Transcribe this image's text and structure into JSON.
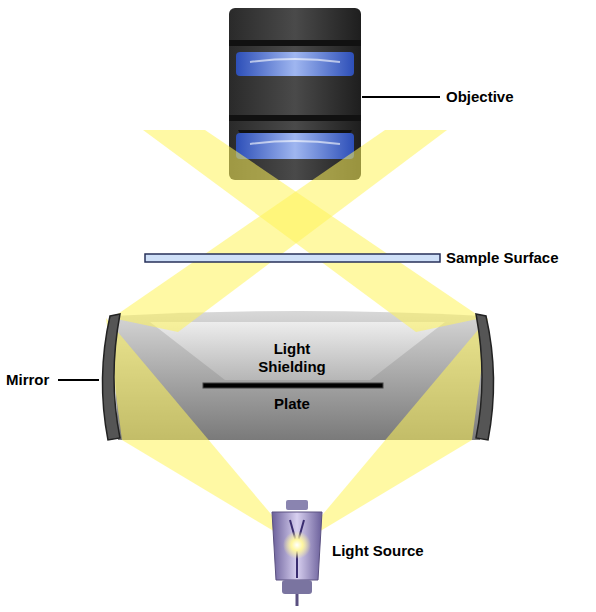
{
  "diagram": {
    "labels": [
      "Objective",
      "Sample Surface",
      "Mirror",
      "Light Shielding",
      "Plate",
      "Light Source"
    ]
  }
}
